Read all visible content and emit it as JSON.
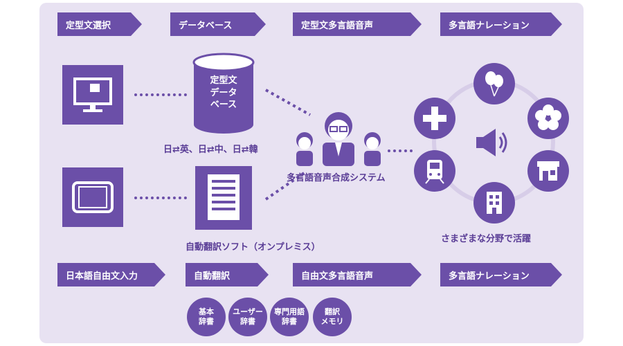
{
  "top_flow": [
    "定型文選択",
    "データベース",
    "定型文多言語音声",
    "多言語ナレーション"
  ],
  "bottom_flow": [
    "日本語自由文入力",
    "自動翻訳",
    "自由文多言語音声",
    "多言語ナレーション"
  ],
  "database": {
    "line1": "定型文",
    "line2": "データ",
    "line3": "ベース"
  },
  "translation_pairs": "日⇄英、日⇄中、日⇄韓",
  "translation_software": "自動翻訳ソフト（オンプレミス）",
  "synthesis_system": "多言語音声合成システム",
  "scenes_caption": "さまざまな分野で活躍",
  "dictionaries": [
    {
      "line1": "基本",
      "line2": "辞書"
    },
    {
      "line1": "ユーザー",
      "line2": "辞書"
    },
    {
      "line1": "専門用語",
      "line2": "辞書"
    },
    {
      "line1": "翻訳",
      "line2": "メモリ"
    }
  ],
  "colors": {
    "accent": "#6b4fa8",
    "panel": "#e8e2f2",
    "text": "#5a3d96"
  },
  "icons": [
    "monitor-icon",
    "tablet-icon",
    "database-icon",
    "document-icon",
    "people-icon",
    "speaker-icon",
    "plus-cross-icon",
    "balloons-icon",
    "flower-icon",
    "shop-icon",
    "building-icon",
    "train-icon"
  ]
}
